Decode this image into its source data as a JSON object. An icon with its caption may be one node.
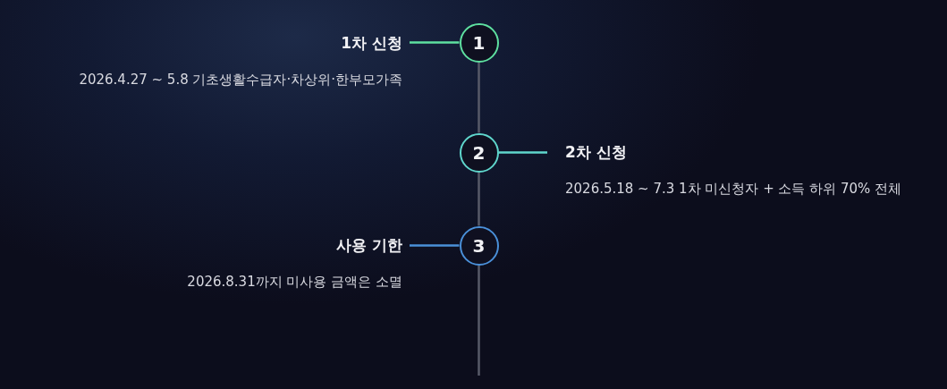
{
  "diagram": {
    "nodes": [
      {
        "text": [
          "1차 신청",
          "2026.4.27 ~ 5.8 기초생활수급자·차상위·한부모가족"
        ]
      },
      {
        "text": [
          "1"
        ]
      },
      {
        "text": [
          "2"
        ]
      },
      {
        "text": [
          "2차 신청",
          "2026.5.18 ~ 7.3 1차 미신청자 + 소득 하위 70% 전체"
        ]
      },
      {
        "text": [
          "사용 기한",
          "2026.8.31까지 미사용 금액은 소멸"
        ]
      },
      {
        "text": [
          "3"
        ]
      }
    ],
    "edges": [
      {
        "from": 0,
        "to": 1,
        "arrow": "none",
        "color": "#5ee0a0"
      },
      {
        "from": 1,
        "to": 2,
        "arrow": "none",
        "color": "#575a68"
      },
      {
        "from": 2,
        "to": 3,
        "arrow": "none",
        "color": "#5fd6cc"
      },
      {
        "from": 2,
        "to": 5,
        "arrow": "none",
        "color": "#575a68"
      },
      {
        "from": 4,
        "to": 5,
        "arrow": "none",
        "color": "#4a90d9"
      },
      {
        "from": 5,
        "to": null,
        "arrow": "none",
        "color": "#575a68"
      }
    ]
  }
}
